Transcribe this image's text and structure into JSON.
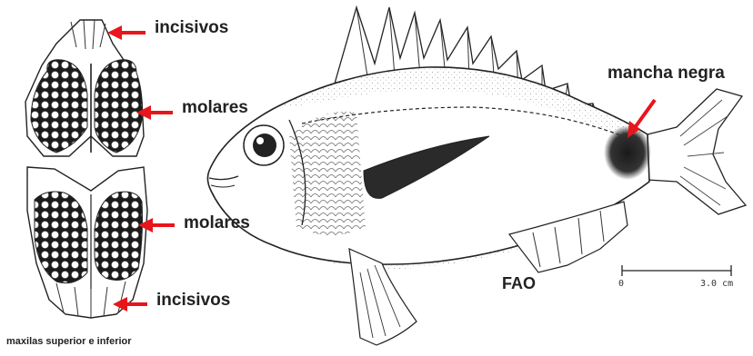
{
  "labels": {
    "incisivos_top": "incisivos",
    "molares_top": "molares",
    "molares_bottom": "molares",
    "incisivos_bottom": "incisivos",
    "mancha_negra": "mancha negra",
    "fao": "FAO"
  },
  "caption": "maxilas superior e inferior",
  "scale_bar": {
    "start_label": "0",
    "end_label": "3.0 cm"
  },
  "colors": {
    "arrow": "#e8151b",
    "text": "#222222",
    "ink": "#222222"
  }
}
